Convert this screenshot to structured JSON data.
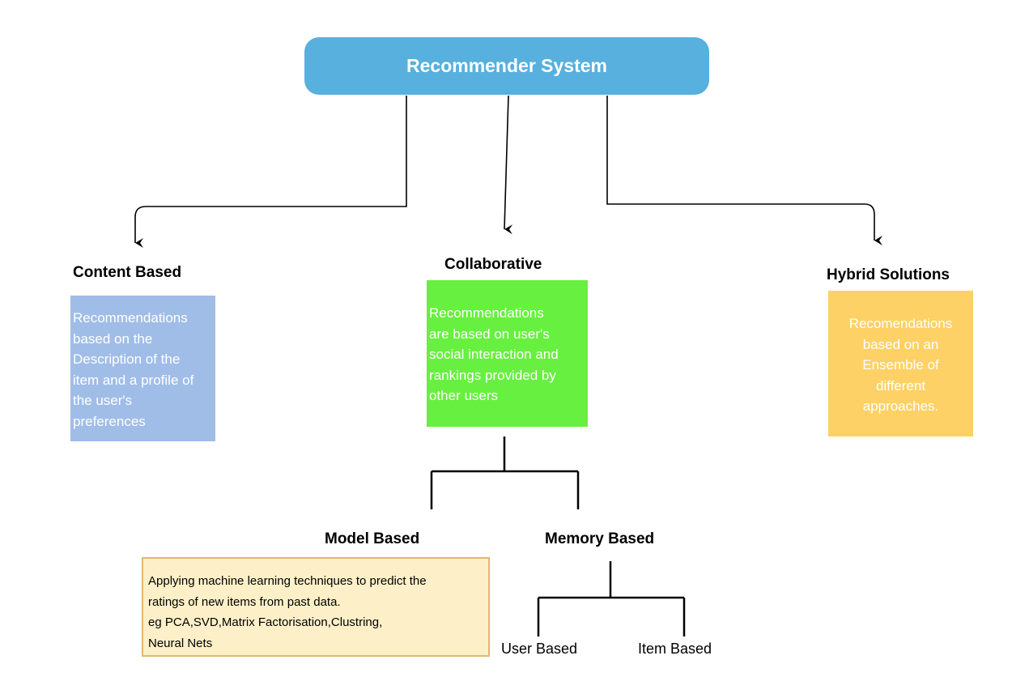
{
  "root": {
    "title": "Recommender System"
  },
  "content_based": {
    "heading": "Content Based",
    "lines": [
      "Recommendations",
      "based on the",
      "Description of the",
      "item and a profile of",
      "the user's",
      "preferences"
    ]
  },
  "collaborative": {
    "heading": "Collaborative",
    "lines": [
      "Recommendations",
      "are based on user's",
      "social interaction and",
      "rankings provided by",
      "other users"
    ]
  },
  "hybrid": {
    "heading": "Hybrid Solutions",
    "lines": [
      "Recomendations",
      "based on an",
      "Ensemble of",
      "different",
      "approaches."
    ]
  },
  "model_based": {
    "heading": "Model Based",
    "lines": [
      "Applying machine learning techniques to predict the",
      "ratings of new items from past data.",
      "eg PCA,SVD,Matrix Factorisation,Clustring,",
      "Neural Nets"
    ]
  },
  "memory_based": {
    "heading": "Memory Based",
    "children": [
      "User Based",
      "Item Based"
    ]
  },
  "colors": {
    "root": "#57b0dd",
    "content_based": "#a0bde8",
    "collaborative": "#67f03f",
    "hybrid": "#fed166",
    "model_based": "#fdf0c8"
  }
}
